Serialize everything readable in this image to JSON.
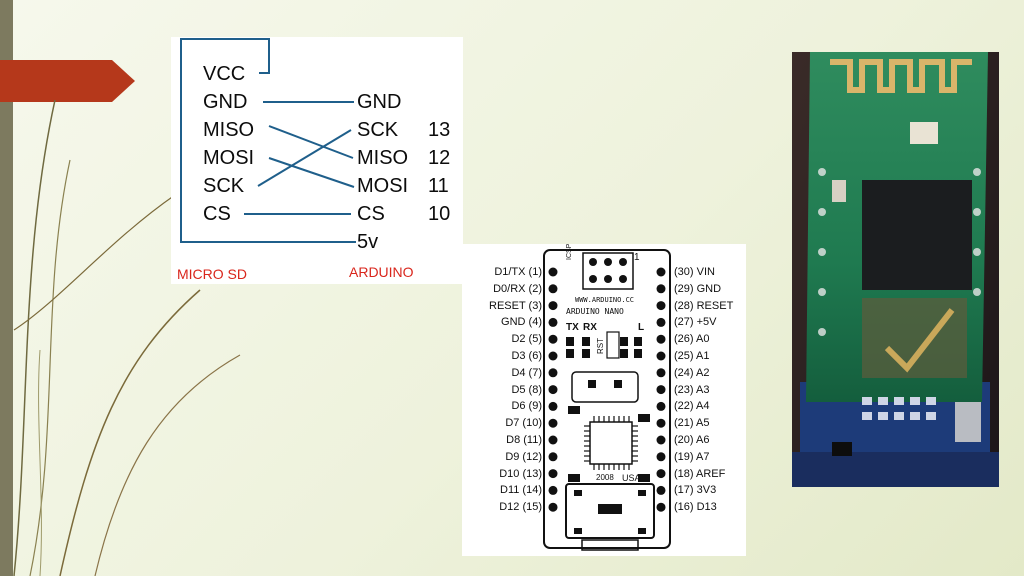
{
  "sd_wiring": {
    "left_pins": [
      "VCC",
      "GND",
      "MISO",
      "MOSI",
      "SCK",
      "CS"
    ],
    "right_pins": [
      "GND",
      "SCK",
      "MISO",
      "MOSI",
      "CS",
      "5v"
    ],
    "right_numbers": [
      "13",
      "12",
      "11",
      "10"
    ],
    "left_caption": "MICRO SD",
    "right_caption": "ARDUINO"
  },
  "nano": {
    "board_text": [
      "WWW.ARDUINO.CC",
      "ARDUINO NANO"
    ],
    "icsp": "ICSP",
    "icsp_pin": "1",
    "led_labels": [
      "TX",
      "RX",
      "L"
    ],
    "rst": "RST",
    "year": "2008",
    "country": "USA",
    "left_pins": [
      "D1/TX",
      "D0/RX",
      "RESET",
      "GND",
      "D2",
      "D3",
      "D4",
      "D5",
      "D6",
      "D7",
      "D8",
      "D9",
      "D10",
      "D11",
      "D12"
    ],
    "left_numbers": [
      "(1)",
      "(2)",
      "(3)",
      "(4)",
      "(5)",
      "(6)",
      "(7)",
      "(8)",
      "(9)",
      "(10)",
      "(11)",
      "(12)",
      "(13)",
      "(14)",
      "(15)"
    ],
    "right_numbers": [
      "(30)",
      "(29)",
      "(28)",
      "(27)",
      "(26)",
      "(25)",
      "(24)",
      "(23)",
      "(22)",
      "(21)",
      "(20)",
      "(19)",
      "(18)",
      "(17)",
      "(16)"
    ],
    "right_pins": [
      "VIN",
      "GND",
      "RESET",
      "+5V",
      "A0",
      "A1",
      "A2",
      "A3",
      "A4",
      "A5",
      "A6",
      "A7",
      "AREF",
      "3V3",
      "D13"
    ]
  },
  "colors": {
    "wire": "#1f5f8b",
    "caption_red": "#d9261c",
    "accent_arrow": "#b5381b",
    "side_bar": "#7d7a5f"
  }
}
